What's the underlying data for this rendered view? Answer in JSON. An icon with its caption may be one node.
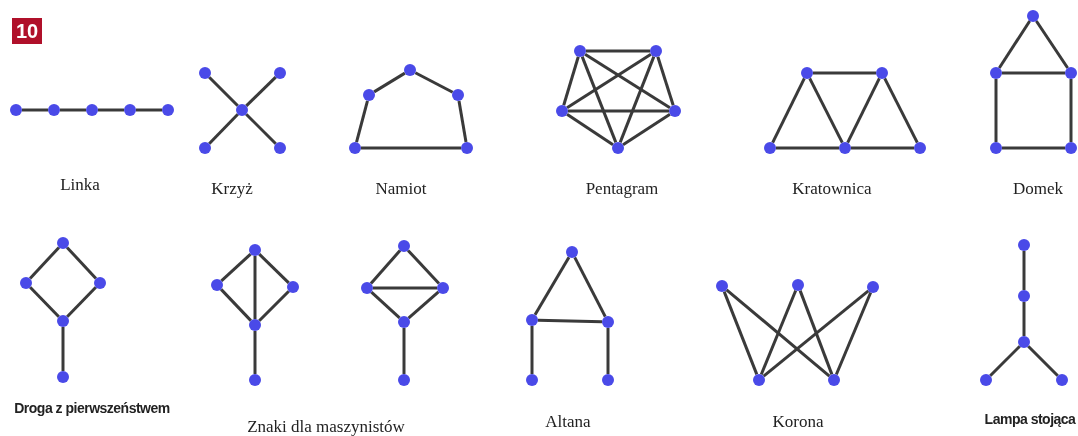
{
  "diagram": {
    "nodes": [
      {
        "text": [],
        "shape": "circle"
      },
      {
        "text": [],
        "shape": "circle"
      },
      {
        "text": [],
        "shape": "circle"
      },
      {
        "text": [],
        "shape": "circle"
      },
      {
        "text": [],
        "shape": "circle"
      },
      {
        "text": [],
        "shape": "circle"
      },
      {
        "text": [],
        "shape": "circle"
      },
      {
        "text": [],
        "shape": "circle"
      },
      {
        "text": [],
        "shape": "circle"
      },
      {
        "text": [],
        "shape": "circle"
      },
      {
        "text": [],
        "shape": "circle"
      },
      {
        "text": [],
        "shape": "circle"
      },
      {
        "text": [],
        "shape": "circle"
      },
      {
        "text": [],
        "shape": "circle"
      },
      {
        "text": [],
        "shape": "circle"
      },
      {
        "text": [],
        "shape": "circle"
      },
      {
        "text": [],
        "shape": "circle"
      },
      {
        "text": [],
        "shape": "circle"
      },
      {
        "text": [],
        "shape": "circle"
      },
      {
        "text": [],
        "shape": "circle"
      },
      {
        "text": [],
        "shape": "circle"
      },
      {
        "text": [],
        "shape": "circle"
      },
      {
        "text": [],
        "shape": "circle"
      },
      {
        "text": [],
        "shape": "circle"
      },
      {
        "text": [],
        "shape": "circle"
      },
      {
        "text": [],
        "shape": "circle"
      },
      {
        "text": [],
        "shape": "circle"
      },
      {
        "text": [],
        "shape": "circle"
      },
      {
        "text": [],
        "shape": "circle"
      },
      {
        "text": [],
        "shape": "circle"
      },
      {
        "text": [],
        "shape": "circle"
      },
      {
        "text": [],
        "shape": "circle"
      },
      {
        "text": [],
        "shape": "circle"
      },
      {
        "text": [],
        "shape": "circle"
      },
      {
        "text": [],
        "shape": "circle"
      },
      {
        "text": [],
        "shape": "circle"
      },
      {
        "text": [],
        "shape": "circle"
      },
      {
        "text": [],
        "shape": "circle"
      },
      {
        "text": [],
        "shape": "circle"
      },
      {
        "text": [],
        "shape": "circle"
      },
      {
        "text": [],
        "shape": "circle"
      },
      {
        "text": [],
        "shape": "circle"
      },
      {
        "text": [],
        "shape": "circle"
      },
      {
        "text": [],
        "shape": "circle"
      },
      {
        "text": [],
        "shape": "circle"
      },
      {
        "text": [],
        "shape": "circle"
      },
      {
        "text": [],
        "shape": "circle"
      },
      {
        "text": [],
        "shape": "circle"
      },
      {
        "text": [],
        "shape": "circle"
      },
      {
        "text": [],
        "shape": "circle"
      },
      {
        "text": [],
        "shape": "circle"
      },
      {
        "text": [],
        "shape": "circle"
      },
      {
        "text": [],
        "shape": "circle"
      },
      {
        "text": [],
        "shape": "circle"
      },
      {
        "text": [],
        "shape": "circle"
      },
      {
        "text": [],
        "shape": "circle"
      },
      {
        "text": [],
        "shape": "circle"
      },
      {
        "text": [],
        "shape": "circle"
      },
      {
        "text": [],
        "shape": "circle"
      },
      {
        "text": [],
        "shape": "circle"
      }
    ],
    "edges": [
      {
        "from": 0,
        "to": 1,
        "arrow": "none"
      },
      {
        "from": 1,
        "to": 2,
        "arrow": "none"
      },
      {
        "from": 2,
        "to": 3,
        "arrow": "none"
      },
      {
        "from": 3,
        "to": 4,
        "arrow": "none"
      },
      {
        "from": 5,
        "to": 7,
        "arrow": "none"
      },
      {
        "from": 6,
        "to": 7,
        "arrow": "none"
      },
      {
        "from": 8,
        "to": 7,
        "arrow": "none"
      },
      {
        "from": 9,
        "to": 7,
        "arrow": "none"
      },
      {
        "from": 10,
        "to": 11,
        "arrow": "none"
      },
      {
        "from": 11,
        "to": 12,
        "arrow": "none"
      },
      {
        "from": 12,
        "to": 13,
        "arrow": "none"
      },
      {
        "from": 13,
        "to": 14,
        "arrow": "none"
      },
      {
        "from": 10,
        "to": 14,
        "arrow": "none"
      },
      {
        "from": 15,
        "to": 16,
        "arrow": "none"
      },
      {
        "from": 15,
        "to": 17,
        "arrow": "none"
      },
      {
        "from": 15,
        "to": 18,
        "arrow": "none"
      },
      {
        "from": 15,
        "to": 19,
        "arrow": "none"
      },
      {
        "from": 16,
        "to": 17,
        "arrow": "none"
      },
      {
        "from": 16,
        "to": 18,
        "arrow": "none"
      },
      {
        "from": 16,
        "to": 19,
        "arrow": "none"
      },
      {
        "from": 17,
        "to": 18,
        "arrow": "none"
      },
      {
        "from": 17,
        "to": 19,
        "arrow": "none"
      },
      {
        "from": 18,
        "to": 19,
        "arrow": "none"
      },
      {
        "from": 20,
        "to": 21,
        "arrow": "none"
      },
      {
        "from": 22,
        "to": 23,
        "arrow": "none"
      },
      {
        "from": 23,
        "to": 24,
        "arrow": "none"
      },
      {
        "from": 22,
        "to": 20,
        "arrow": "none"
      },
      {
        "from": 20,
        "to": 23,
        "arrow": "none"
      },
      {
        "from": 23,
        "to": 21,
        "arrow": "none"
      },
      {
        "from": 21,
        "to": 24,
        "arrow": "none"
      },
      {
        "from": 25,
        "to": 26,
        "arrow": "none"
      },
      {
        "from": 25,
        "to": 27,
        "arrow": "none"
      },
      {
        "from": 26,
        "to": 27,
        "arrow": "none"
      },
      {
        "from": 26,
        "to": 28,
        "arrow": "none"
      },
      {
        "from": 27,
        "to": 29,
        "arrow": "none"
      },
      {
        "from": 28,
        "to": 29,
        "arrow": "none"
      },
      {
        "from": 30,
        "to": 31,
        "arrow": "none"
      },
      {
        "from": 30,
        "to": 32,
        "arrow": "none"
      },
      {
        "from": 31,
        "to": 33,
        "arrow": "none"
      },
      {
        "from": 32,
        "to": 33,
        "arrow": "none"
      },
      {
        "from": 33,
        "to": 34,
        "arrow": "none"
      },
      {
        "from": 35,
        "to": 36,
        "arrow": "none"
      },
      {
        "from": 35,
        "to": 37,
        "arrow": "none"
      },
      {
        "from": 36,
        "to": 38,
        "arrow": "none"
      },
      {
        "from": 37,
        "to": 38,
        "arrow": "none"
      },
      {
        "from": 35,
        "to": 38,
        "arrow": "none"
      },
      {
        "from": 38,
        "to": 39,
        "arrow": "none"
      },
      {
        "from": 40,
        "to": 41,
        "arrow": "none"
      },
      {
        "from": 40,
        "to": 42,
        "arrow": "none"
      },
      {
        "from": 41,
        "to": 43,
        "arrow": "none"
      },
      {
        "from": 42,
        "to": 43,
        "arrow": "none"
      },
      {
        "from": 41,
        "to": 42,
        "arrow": "none"
      },
      {
        "from": 43,
        "to": 44,
        "arrow": "none"
      },
      {
        "from": 45,
        "to": 46,
        "arrow": "none"
      },
      {
        "from": 45,
        "to": 47,
        "arrow": "none"
      },
      {
        "from": 46,
        "to": 47,
        "arrow": "none"
      },
      {
        "from": 46,
        "to": 48,
        "arrow": "none"
      },
      {
        "from": 47,
        "to": 49,
        "arrow": "none"
      },
      {
        "from": 50,
        "to": 53,
        "arrow": "none"
      },
      {
        "from": 50,
        "to": 54,
        "arrow": "none"
      },
      {
        "from": 51,
        "to": 53,
        "arrow": "none"
      },
      {
        "from": 51,
        "to": 54,
        "arrow": "none"
      },
      {
        "from": 52,
        "to": 53,
        "arrow": "none"
      },
      {
        "from": 52,
        "to": 54,
        "arrow": "none"
      },
      {
        "from": 55,
        "to": 56,
        "arrow": "none"
      },
      {
        "from": 56,
        "to": 57,
        "arrow": "none"
      },
      {
        "from": 57,
        "to": 58,
        "arrow": "none"
      },
      {
        "from": 57,
        "to": 59,
        "arrow": "none"
      }
    ],
    "labels": [
      "10",
      "Linka",
      "Krzyż",
      "Namiot",
      "Pentagram",
      "Kratownica",
      "Domek",
      "Droga z pierwszeństwem",
      "Znaki dla maszynistów",
      "Altana",
      "Korona",
      "Lampa stojąca"
    ]
  }
}
